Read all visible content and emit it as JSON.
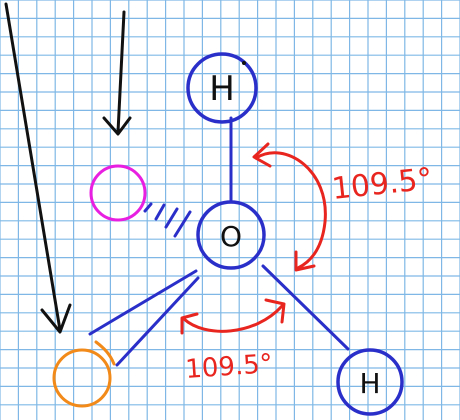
{
  "diagram": {
    "center_atom": "O",
    "hydrogen_top": "H",
    "hydrogen_right": "H",
    "angle_right": "109.5°",
    "angle_bottom": "109.5°",
    "colors": {
      "paper": "#ffffff",
      "grid": "#7fb8e6",
      "atom": "#2b2fc9",
      "lone_pair_top": "#e81ee0",
      "lone_pair_bottom": "#f28a1a",
      "angle": "#e8251f",
      "pointer": "#111111"
    }
  }
}
